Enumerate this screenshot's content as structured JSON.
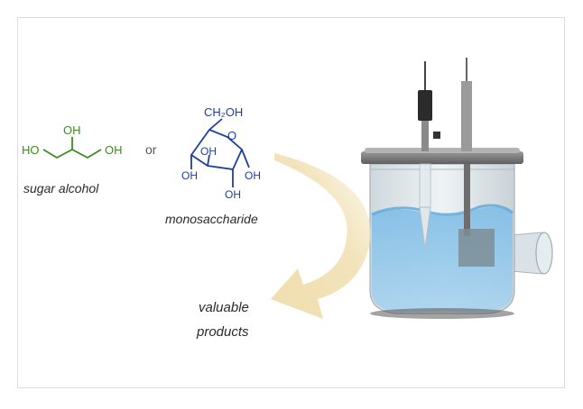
{
  "sugar_alcohol": {
    "oh_top": "OH",
    "oh_left": "HO",
    "oh_right": "OH",
    "caption": "sugar alcohol"
  },
  "connector": {
    "or": "or"
  },
  "monosaccharide": {
    "ch2oh": "CH₂OH",
    "ring_o": "O",
    "oh_1": "OH",
    "oh_2": "OH",
    "oh_3": "OH",
    "oh_4": "OH",
    "caption": "monosaccharide"
  },
  "products": {
    "line1": "valuable",
    "line2": "products"
  },
  "colors": {
    "sugar_alcohol": "#3d8c1f",
    "monosaccharide": "#1f3f9c",
    "arrow": "#f2e2b8",
    "liquid": "#8cc3e6"
  },
  "icons": [
    "reaction-vessel-icon",
    "electrode-icon",
    "curved-arrow-icon"
  ]
}
